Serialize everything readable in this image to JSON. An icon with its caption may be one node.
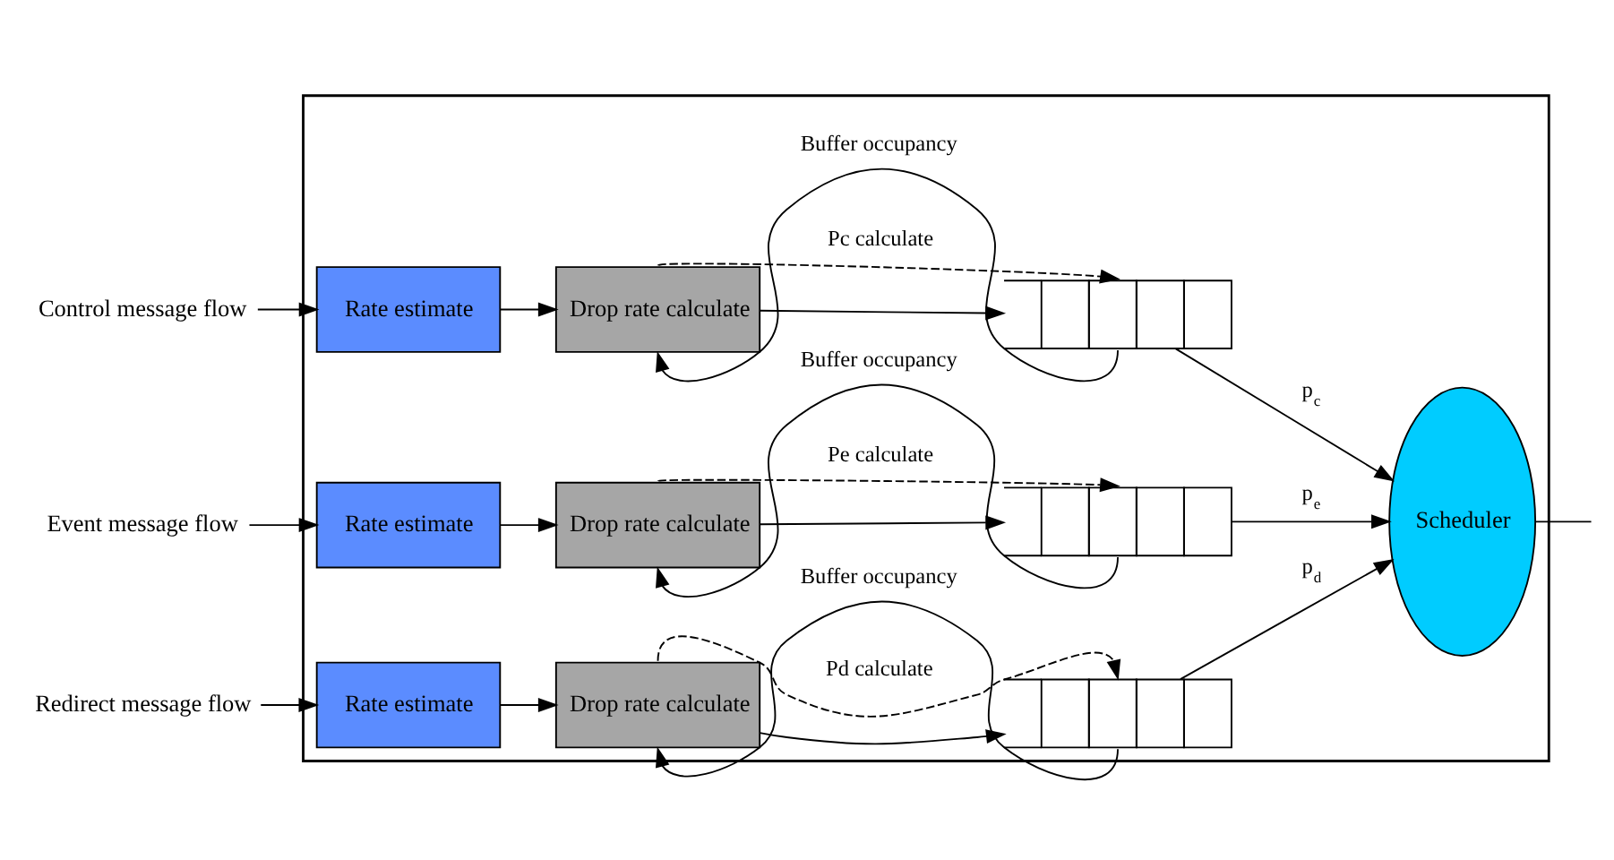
{
  "diagram": {
    "nodes": [
      {
        "text": [],
        "shape": "box"
      },
      {
        "text": [
          "Control message flow"
        ]
      },
      {
        "text": [
          "Rate estimate"
        ],
        "in": 0
      },
      {
        "text": [
          "Drop rate calculate"
        ],
        "in": 0
      },
      {
        "text": [],
        "shape": "box",
        "in": 0
      },
      {
        "text": [
          "Event message flow"
        ]
      },
      {
        "text": [
          "Rate estimate"
        ],
        "in": 0
      },
      {
        "text": [
          "Drop rate calculate"
        ],
        "in": 0
      },
      {
        "text": [],
        "shape": "box",
        "in": 0
      },
      {
        "text": [
          "Redirect message flow"
        ]
      },
      {
        "text": [
          "Rate estimate"
        ],
        "in": 0
      },
      {
        "text": [
          "Drop rate calculate"
        ],
        "in": 0
      },
      {
        "text": [],
        "shape": "box",
        "in": 0
      },
      {
        "text": [
          "Scheduler"
        ],
        "in": 0
      }
    ],
    "edges": [
      {
        "from": 1,
        "to": 2,
        "arrow": "to"
      },
      {
        "from": 2,
        "to": 3,
        "arrow": "to"
      },
      {
        "from": 3,
        "to": 4,
        "arrow": "to"
      },
      {
        "from": 3,
        "to": 4,
        "arrow": "to",
        "style": "dashed",
        "label": "Pc calculate"
      },
      {
        "from": 4,
        "to": 3,
        "arrow": "to",
        "label": "Buffer occupancy"
      },
      {
        "from": 4,
        "to": 13,
        "arrow": "to",
        "label": "p$_{c}$"
      },
      {
        "from": 5,
        "to": 6,
        "arrow": "to"
      },
      {
        "from": 6,
        "to": 7,
        "arrow": "to"
      },
      {
        "from": 7,
        "to": 8,
        "arrow": "to"
      },
      {
        "from": 7,
        "to": 8,
        "arrow": "to",
        "style": "dashed",
        "label": "Pe calculate"
      },
      {
        "from": 8,
        "to": 7,
        "arrow": "to",
        "label": "Buffer occupancy"
      },
      {
        "from": 8,
        "to": 13,
        "arrow": "to",
        "label": "p$_{e}$"
      },
      {
        "from": 9,
        "to": 10,
        "arrow": "to"
      },
      {
        "from": 10,
        "to": 11,
        "arrow": "to"
      },
      {
        "from": 11,
        "to": 12,
        "arrow": "to"
      },
      {
        "from": 11,
        "to": 12,
        "arrow": "to",
        "style": "dashed",
        "label": "Pd calculate"
      },
      {
        "from": 12,
        "to": 11,
        "arrow": "to",
        "label": "Buffer occupancy"
      },
      {
        "from": 12,
        "to": 13,
        "arrow": "to",
        "label": "p$_{d}$"
      },
      {
        "from": 13,
        "to": null,
        "arrow": "none"
      }
    ]
  }
}
